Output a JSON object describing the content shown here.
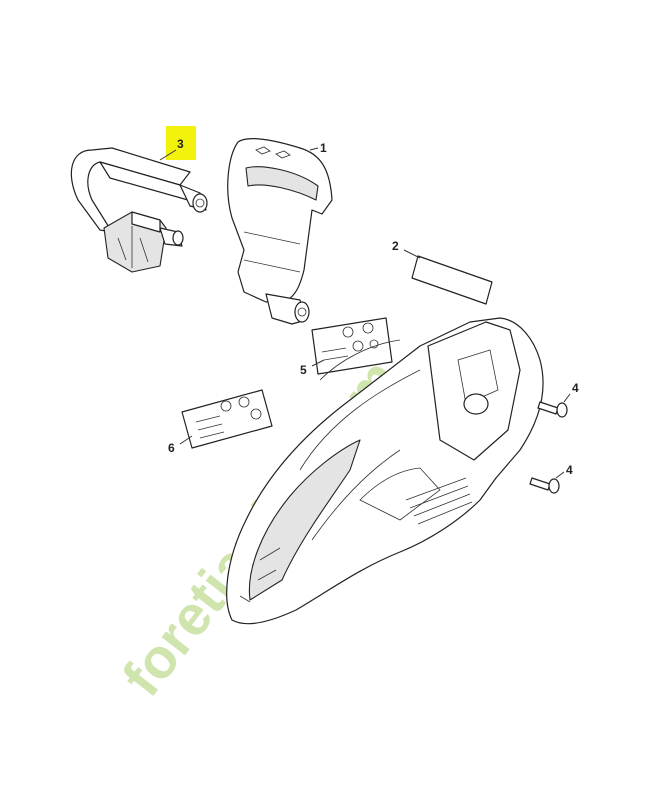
{
  "callouts": {
    "c1": "1",
    "c2": "2",
    "c3": "3",
    "c4a": "4",
    "c4b": "4",
    "c5": "5",
    "c6": "6"
  },
  "watermark": {
    "text": "foretjardin.com",
    "color_green": "#c8e0a0",
    "color_gray": "#c9c2b6"
  },
  "colors": {
    "highlight": "#f2f20a",
    "line": "#222222",
    "shade": "#e4e4e4"
  }
}
